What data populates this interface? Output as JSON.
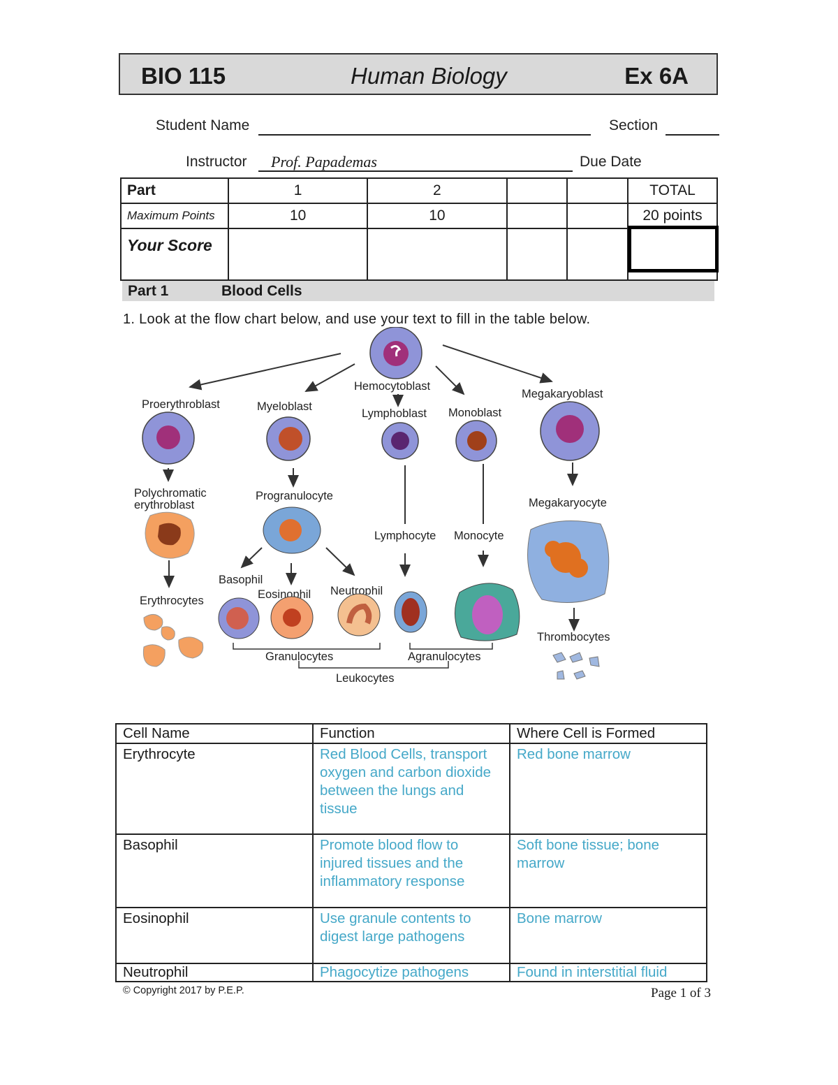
{
  "header": {
    "course": "BIO 115",
    "subject": "Human Biology",
    "exercise": "Ex 6A"
  },
  "form": {
    "student_name_label": "Student Name",
    "section_label": "Section",
    "instructor_label": "Instructor",
    "instructor_value": "Prof. Papademas",
    "due_date_label": "Due Date"
  },
  "score_table": {
    "part_label": "Part",
    "parts": [
      "1",
      "2",
      "",
      ""
    ],
    "total_label": "TOTAL",
    "max_points_label": "Maximum Points",
    "max_points": [
      "10",
      "10",
      "",
      ""
    ],
    "max_total": "20 points",
    "your_score_label": "Your Score"
  },
  "section": {
    "part": "Part 1",
    "title": "Blood Cells"
  },
  "question": "1. Look at the flow chart below, and use your text to fill in the table below.",
  "diagram": {
    "hemocytoblast": "Hemocytoblast",
    "proerythroblast": "Proerythroblast",
    "myeloblast": "Myeloblast",
    "lymphoblast": "Lymphoblast",
    "monoblast": "Monoblast",
    "megakaryoblast": "Megakaryoblast",
    "polychromatic_1": "Polychromatic",
    "polychromatic_2": "erythroblast",
    "progranulocyte": "Progranulocyte",
    "megakaryocyte": "Megakaryocyte",
    "lymphocyte": "Lymphocyte",
    "monocyte": "Monocyte",
    "basophil": "Basophil",
    "eosinophil": "Eosinophil",
    "neutrophil": "Neutrophil",
    "erythrocytes": "Erythrocytes",
    "thrombocytes": "Thrombocytes",
    "granulocytes": "Granulocytes",
    "agranulocytes": "Agranulocytes",
    "leukocytes": "Leukocytes"
  },
  "cells_table": {
    "headers": [
      "Cell Name",
      "Function",
      "Where Cell is Formed"
    ],
    "rows": [
      {
        "name": "Erythrocyte",
        "function": "Red Blood Cells, transport oxygen and carbon dioxide between the lungs and tissue",
        "formed": "Red bone marrow"
      },
      {
        "name": "Basophil",
        "function": "Promote blood flow to injured tissues and the inflammatory response",
        "formed": "Soft bone tissue; bone marrow"
      },
      {
        "name": "Eosinophil",
        "function": "Use granule contents to digest large pathogens",
        "formed": "Bone marrow"
      },
      {
        "name": "Neutrophil",
        "function": "Phagocytize pathogens",
        "formed": "Found in interstitial fluid"
      }
    ]
  },
  "footer": {
    "copyright": "© Copyright 2017 by P.E.P.",
    "page": "Page 1 of 3"
  }
}
